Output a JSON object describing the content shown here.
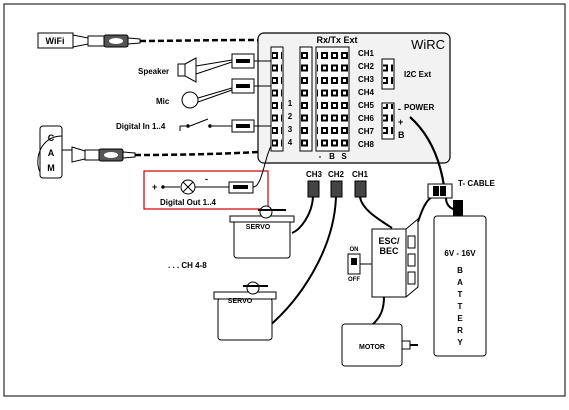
{
  "board": {
    "title": "WiRC",
    "rxtx_label": "Rx/Tx Ext",
    "i2c_label": "I2C Ext",
    "power_label": "POWER",
    "power_minus": "-",
    "power_plus": "+",
    "power_b": "B",
    "channels": [
      "CH1",
      "CH2",
      "CH3",
      "CH4",
      "CH5",
      "CH6",
      "CH7",
      "CH8"
    ],
    "row_numbers": [
      "1",
      "2",
      "3",
      "4"
    ],
    "pin_legend": [
      "-",
      "B",
      "S"
    ]
  },
  "peripherals": {
    "wifi": "WiFi",
    "cam": [
      "C",
      "A",
      "M"
    ],
    "speaker": "Speaker",
    "mic": "Mic",
    "digital_in": "Digital In 1..4",
    "digital_out": "Digital Out 1..4",
    "plus_sign": "+",
    "minus_sign": "-"
  },
  "servos": {
    "label": "SERVO",
    "ch_more": ". . .  CH 4-8",
    "connectors": [
      "CH3",
      "CH2",
      "CH1"
    ]
  },
  "esc": {
    "label_1": "ESC/",
    "label_2": "BEC",
    "switch_on": "ON",
    "switch_off": "OFF"
  },
  "motor": {
    "label": "MOTOR"
  },
  "cable": {
    "label": "T- CABLE"
  },
  "battery": {
    "voltage": "6V - 16V",
    "letters": [
      "B",
      "A",
      "T",
      "T",
      "E",
      "R",
      "Y"
    ]
  },
  "colors": {
    "line": "#000000",
    "highlight": "#cc0000",
    "module_fill": "#f2f2f2"
  }
}
